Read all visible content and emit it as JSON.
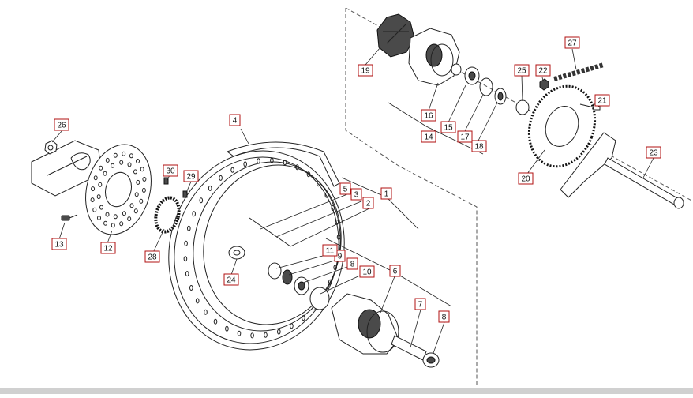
{
  "diagram": {
    "labels": [
      {
        "id": "l1",
        "text": "1"
      },
      {
        "id": "l2",
        "text": "2"
      },
      {
        "id": "l3",
        "text": "3"
      },
      {
        "id": "l4",
        "text": "4"
      },
      {
        "id": "l5",
        "text": "5"
      },
      {
        "id": "l6",
        "text": "6"
      },
      {
        "id": "l7",
        "text": "7"
      },
      {
        "id": "l8a",
        "text": "8"
      },
      {
        "id": "l8b",
        "text": "8"
      },
      {
        "id": "l9",
        "text": "9"
      },
      {
        "id": "l10",
        "text": "10"
      },
      {
        "id": "l11",
        "text": "11"
      },
      {
        "id": "l12",
        "text": "12"
      },
      {
        "id": "l13",
        "text": "13"
      },
      {
        "id": "l14",
        "text": "14"
      },
      {
        "id": "l15",
        "text": "15"
      },
      {
        "id": "l16",
        "text": "16"
      },
      {
        "id": "l17",
        "text": "17"
      },
      {
        "id": "l18",
        "text": "18"
      },
      {
        "id": "l19",
        "text": "19"
      },
      {
        "id": "l20",
        "text": "20"
      },
      {
        "id": "l21",
        "text": "21"
      },
      {
        "id": "l22",
        "text": "22"
      },
      {
        "id": "l23",
        "text": "23"
      },
      {
        "id": "l24",
        "text": "24"
      },
      {
        "id": "l25",
        "text": "25"
      },
      {
        "id": "l26",
        "text": "26"
      },
      {
        "id": "l27",
        "text": "27"
      },
      {
        "id": "l28",
        "text": "28"
      },
      {
        "id": "l29",
        "text": "29"
      },
      {
        "id": "l30",
        "text": "30"
      }
    ],
    "colors": {
      "label_border": "#b01010",
      "line": "#222222",
      "dark_part": "#4a4a4a"
    }
  }
}
